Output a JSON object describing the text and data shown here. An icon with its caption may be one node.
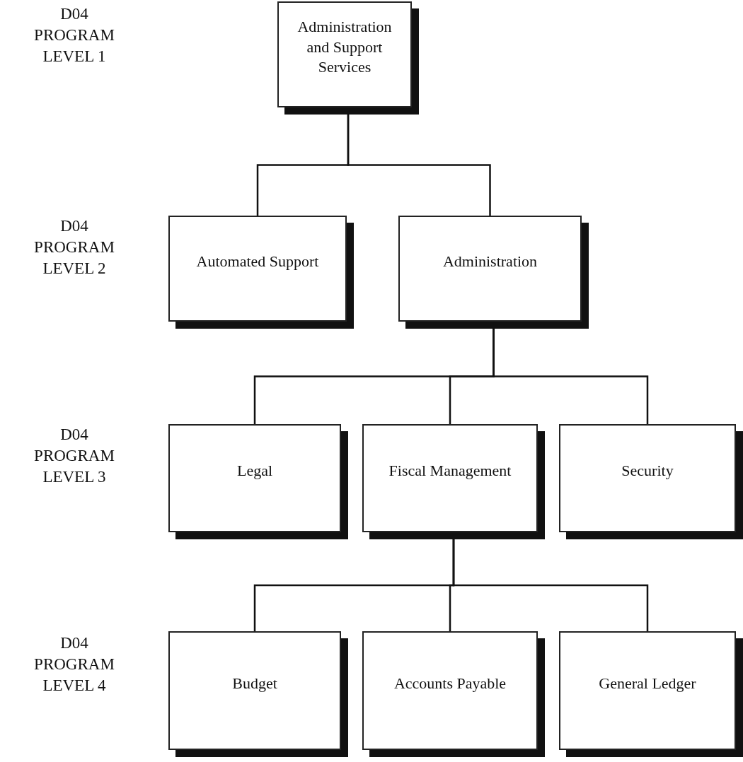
{
  "diagram": {
    "nodes": [
      {
        "text": [
          "Administration and Support Services"
        ]
      },
      {
        "text": [
          "Automated Support"
        ]
      },
      {
        "text": [
          "Administration"
        ]
      },
      {
        "text": [
          "Legal"
        ]
      },
      {
        "text": [
          "Fiscal Management"
        ]
      },
      {
        "text": [
          "Security"
        ]
      },
      {
        "text": [
          "Budget"
        ]
      },
      {
        "text": [
          "Accounts Payable"
        ]
      },
      {
        "text": [
          "General Ledger"
        ]
      }
    ],
    "edges": [
      {
        "from": 0,
        "to": 1,
        "arrow": "none"
      },
      {
        "from": 0,
        "to": 2,
        "arrow": "none"
      },
      {
        "from": 2,
        "to": 3,
        "arrow": "none"
      },
      {
        "from": 2,
        "to": 4,
        "arrow": "none"
      },
      {
        "from": 2,
        "to": 5,
        "arrow": "none"
      },
      {
        "from": 4,
        "to": 6,
        "arrow": "none"
      },
      {
        "from": 4,
        "to": 7,
        "arrow": "none"
      },
      {
        "from": 4,
        "to": 8,
        "arrow": "none"
      }
    ],
    "labels": [
      "D04 PROGRAM LEVEL 1",
      "D04 PROGRAM LEVEL 2",
      "D04 PROGRAM LEVEL 3",
      "D04 PROGRAM LEVEL 4"
    ]
  }
}
